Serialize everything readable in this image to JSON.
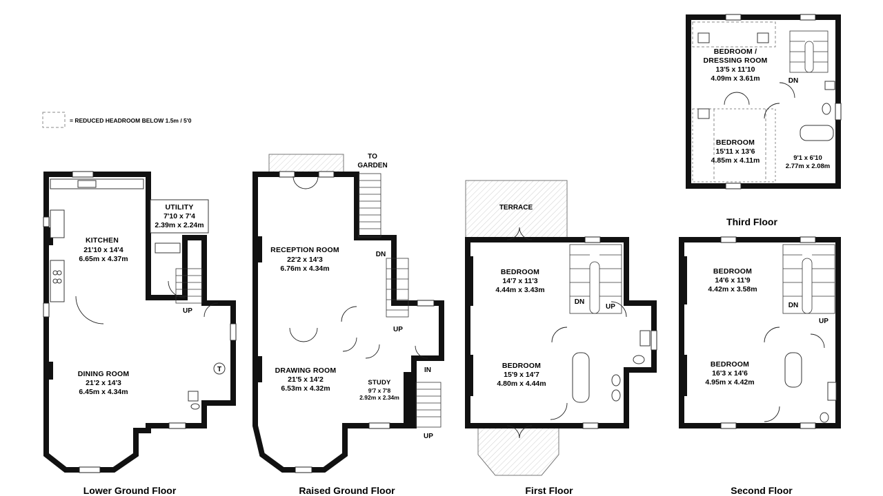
{
  "legend": {
    "text": "= REDUCED HEADROOM BELOW 1.5m / 5'0"
  },
  "floors": [
    {
      "id": "lower-ground",
      "label": "Lower Ground Floor"
    },
    {
      "id": "raised-ground",
      "label": "Raised Ground Floor"
    },
    {
      "id": "first",
      "label": "First Floor"
    },
    {
      "id": "second",
      "label": "Second Floor"
    },
    {
      "id": "third",
      "label": "Third Floor"
    }
  ],
  "rooms": {
    "kitchen": {
      "name": "KITCHEN",
      "imperial": "21'10 x 14'4",
      "metric": "6.65m x 4.37m"
    },
    "utility": {
      "name": "UTILITY",
      "imperial": "7'10 x 7'4",
      "metric": "2.39m x 2.24m"
    },
    "dining": {
      "name": "DINING ROOM",
      "imperial": "21'2 x 14'3",
      "metric": "6.45m x 4.34m"
    },
    "reception": {
      "name": "RECEPTION ROOM",
      "imperial": "22'2 x 14'3",
      "metric": "6.76m x 4.34m"
    },
    "drawing": {
      "name": "DRAWING ROOM",
      "imperial": "21'5 x 14'2",
      "metric": "6.53m x 4.32m"
    },
    "study": {
      "name": "STUDY",
      "imperial": "9'7 x 7'8",
      "metric": "2.92m x 2.34m"
    },
    "ff_bed1": {
      "name": "BEDROOM",
      "imperial": "14'7 x 11'3",
      "metric": "4.44m x 3.43m"
    },
    "ff_bed2": {
      "name": "BEDROOM",
      "imperial": "15'9 x 14'7",
      "metric": "4.80m x 4.44m"
    },
    "sf_bed1": {
      "name": "BEDROOM",
      "imperial": "14'6 x 11'9",
      "metric": "4.42m x 3.58m"
    },
    "sf_bed2": {
      "name": "BEDROOM",
      "imperial": "16'3 x 14'6",
      "metric": "4.95m x 4.42m"
    },
    "tf_dressing": {
      "name1": "BEDROOM /",
      "name2": "DRESSING ROOM",
      "imperial": "13'5 x 11'10",
      "metric": "4.09m x 3.61m"
    },
    "tf_bed": {
      "name": "BEDROOM",
      "imperial": "15'11 x 13'6",
      "metric": "4.85m x 4.11m"
    },
    "tf_bath": {
      "imperial": "9'1 x 6'10",
      "metric": "2.77m x 2.08m"
    }
  },
  "annotations": {
    "to_garden_1": "TO",
    "to_garden_2": "GARDEN",
    "terrace": "TERRACE",
    "up": "UP",
    "dn": "DN",
    "in": "IN",
    "tank": "T"
  }
}
